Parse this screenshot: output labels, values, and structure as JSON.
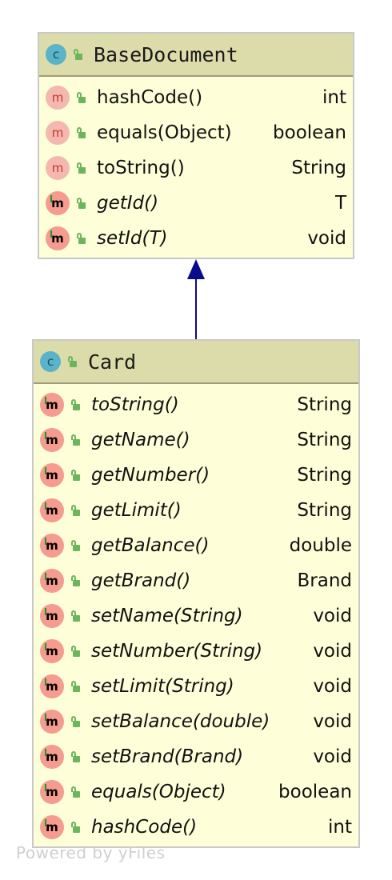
{
  "classes": [
    {
      "name": "BaseDocument",
      "members": [
        {
          "name": "hashCode()",
          "type": "int",
          "italic": false,
          "abstract": false
        },
        {
          "name": "equals(Object)",
          "type": "boolean",
          "italic": false,
          "abstract": false
        },
        {
          "name": "toString()",
          "type": "String",
          "italic": false,
          "abstract": false
        },
        {
          "name": "getId()",
          "type": "T",
          "italic": true,
          "abstract": true
        },
        {
          "name": "setId(T)",
          "type": "void",
          "italic": true,
          "abstract": true
        }
      ]
    },
    {
      "name": "Card",
      "members": [
        {
          "name": "toString()",
          "type": "String",
          "italic": true,
          "abstract": true
        },
        {
          "name": "getName()",
          "type": "String",
          "italic": true,
          "abstract": true
        },
        {
          "name": "getNumber()",
          "type": "String",
          "italic": true,
          "abstract": true
        },
        {
          "name": "getLimit()",
          "type": "String",
          "italic": true,
          "abstract": true
        },
        {
          "name": "getBalance()",
          "type": "double",
          "italic": true,
          "abstract": true
        },
        {
          "name": "getBrand()",
          "type": "Brand",
          "italic": true,
          "abstract": true
        },
        {
          "name": "setName(String)",
          "type": "void",
          "italic": true,
          "abstract": true
        },
        {
          "name": "setNumber(String)",
          "type": "void",
          "italic": true,
          "abstract": true
        },
        {
          "name": "setLimit(String)",
          "type": "void",
          "italic": true,
          "abstract": true
        },
        {
          "name": "setBalance(double)",
          "type": "void",
          "italic": true,
          "abstract": true
        },
        {
          "name": "setBrand(Brand)",
          "type": "void",
          "italic": true,
          "abstract": true
        },
        {
          "name": "equals(Object)",
          "type": "boolean",
          "italic": true,
          "abstract": true
        },
        {
          "name": "hashCode()",
          "type": "int",
          "italic": true,
          "abstract": true
        }
      ]
    }
  ],
  "icons": {
    "class": "c",
    "method": "m"
  },
  "edges": [
    {
      "from": "Card",
      "to": "BaseDocument",
      "kind": "inheritance"
    }
  ],
  "colors": {
    "header": "#dcdcab",
    "body": "#fefed8",
    "arrow": "#0a0a8c"
  },
  "watermark": "Powered by yFiles"
}
